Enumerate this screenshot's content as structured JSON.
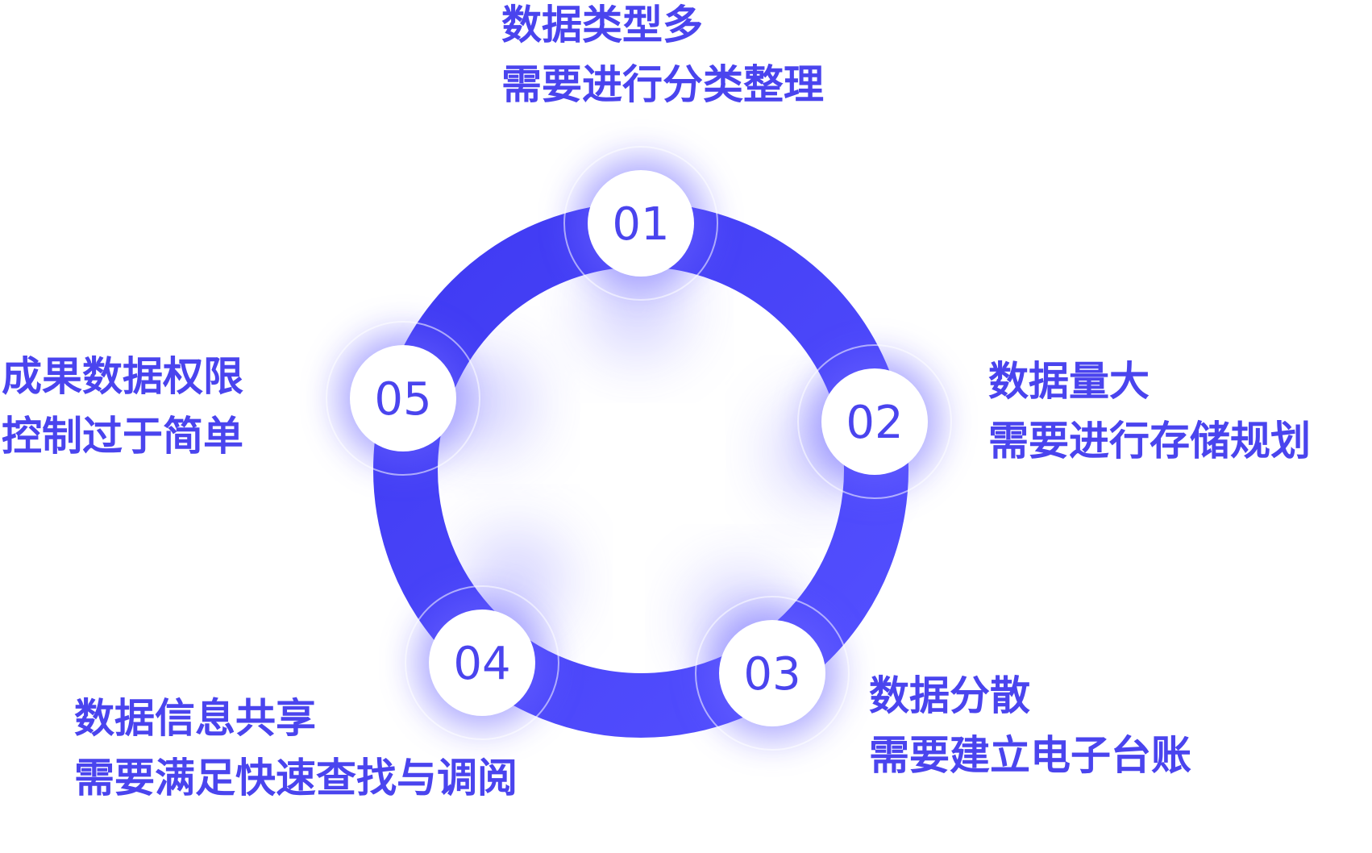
{
  "colors": {
    "ring": "#4a44f5",
    "text": "#4a44ee",
    "node_fill": "#ffffff",
    "glow": "#6a63ff"
  },
  "nodes": [
    {
      "number": "01",
      "title": "数据类型多",
      "subtitle": "需要进行分类整理"
    },
    {
      "number": "02",
      "title": "数据量大",
      "subtitle": "需要进行存储规划"
    },
    {
      "number": "03",
      "title": "数据分散",
      "subtitle": "需要建立电子台账"
    },
    {
      "number": "04",
      "title": "数据信息共享",
      "subtitle": "需要满足快速查找与调阅"
    },
    {
      "number": "05",
      "title": "成果数据权限",
      "subtitle": "控制过于简单"
    }
  ]
}
